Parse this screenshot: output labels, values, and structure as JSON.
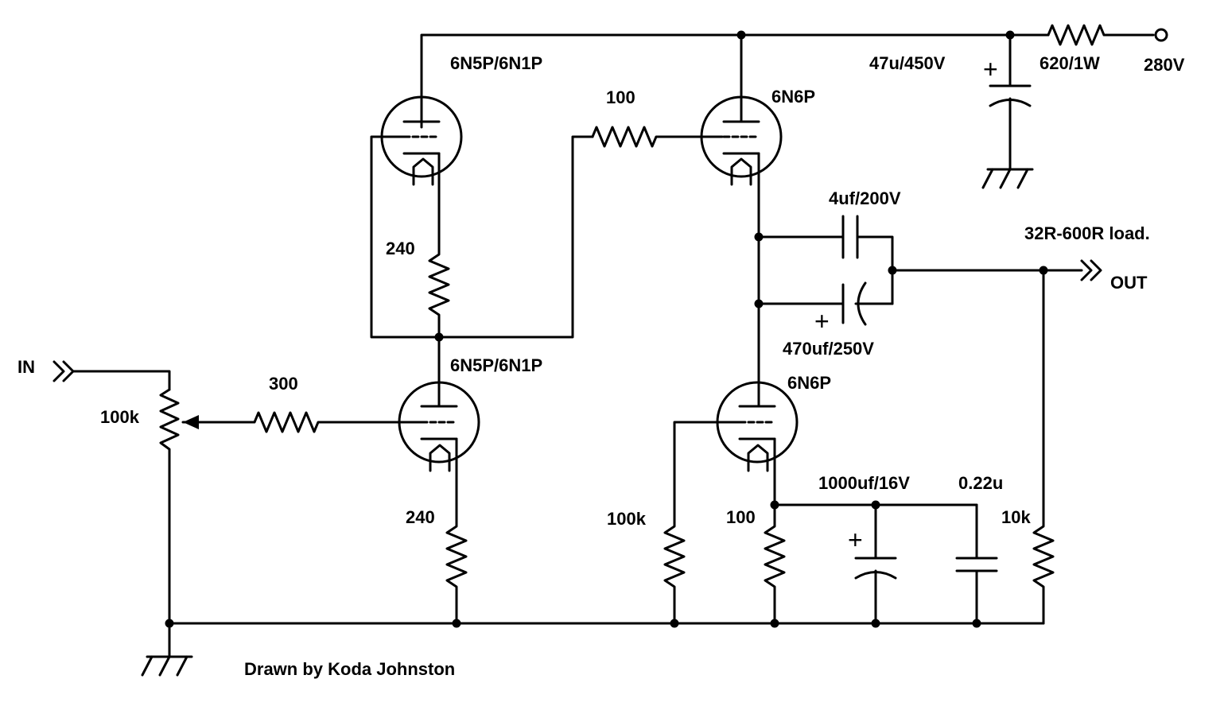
{
  "supply": {
    "voltage": "280V",
    "resistor": "620/1W",
    "capacitor": "47u/450V"
  },
  "input": {
    "label": "IN",
    "pot": "100k",
    "grid_resistor": "300"
  },
  "stage1": {
    "upper_tube": "6N5P/6N1P",
    "lower_tube": "6N5P/6N1P",
    "upper_cathode_resistor": "240",
    "lower_cathode_resistor": "240"
  },
  "output_stage": {
    "grid_stopper": "100",
    "upper_tube": "6N6P",
    "lower_tube": "6N6P",
    "grid_resistor": "100k",
    "cathode_resistor": "100",
    "bypass_cap": "1000uf/16V",
    "bypass_film": "0.22u"
  },
  "output": {
    "cap_film": "4uf/200V",
    "cap_elec": "470uf/250V",
    "load_note": "32R-600R load.",
    "bleed_resistor": "10k",
    "label": "OUT"
  },
  "credit": "Drawn by Koda Johnston",
  "polarity_mark": "+"
}
